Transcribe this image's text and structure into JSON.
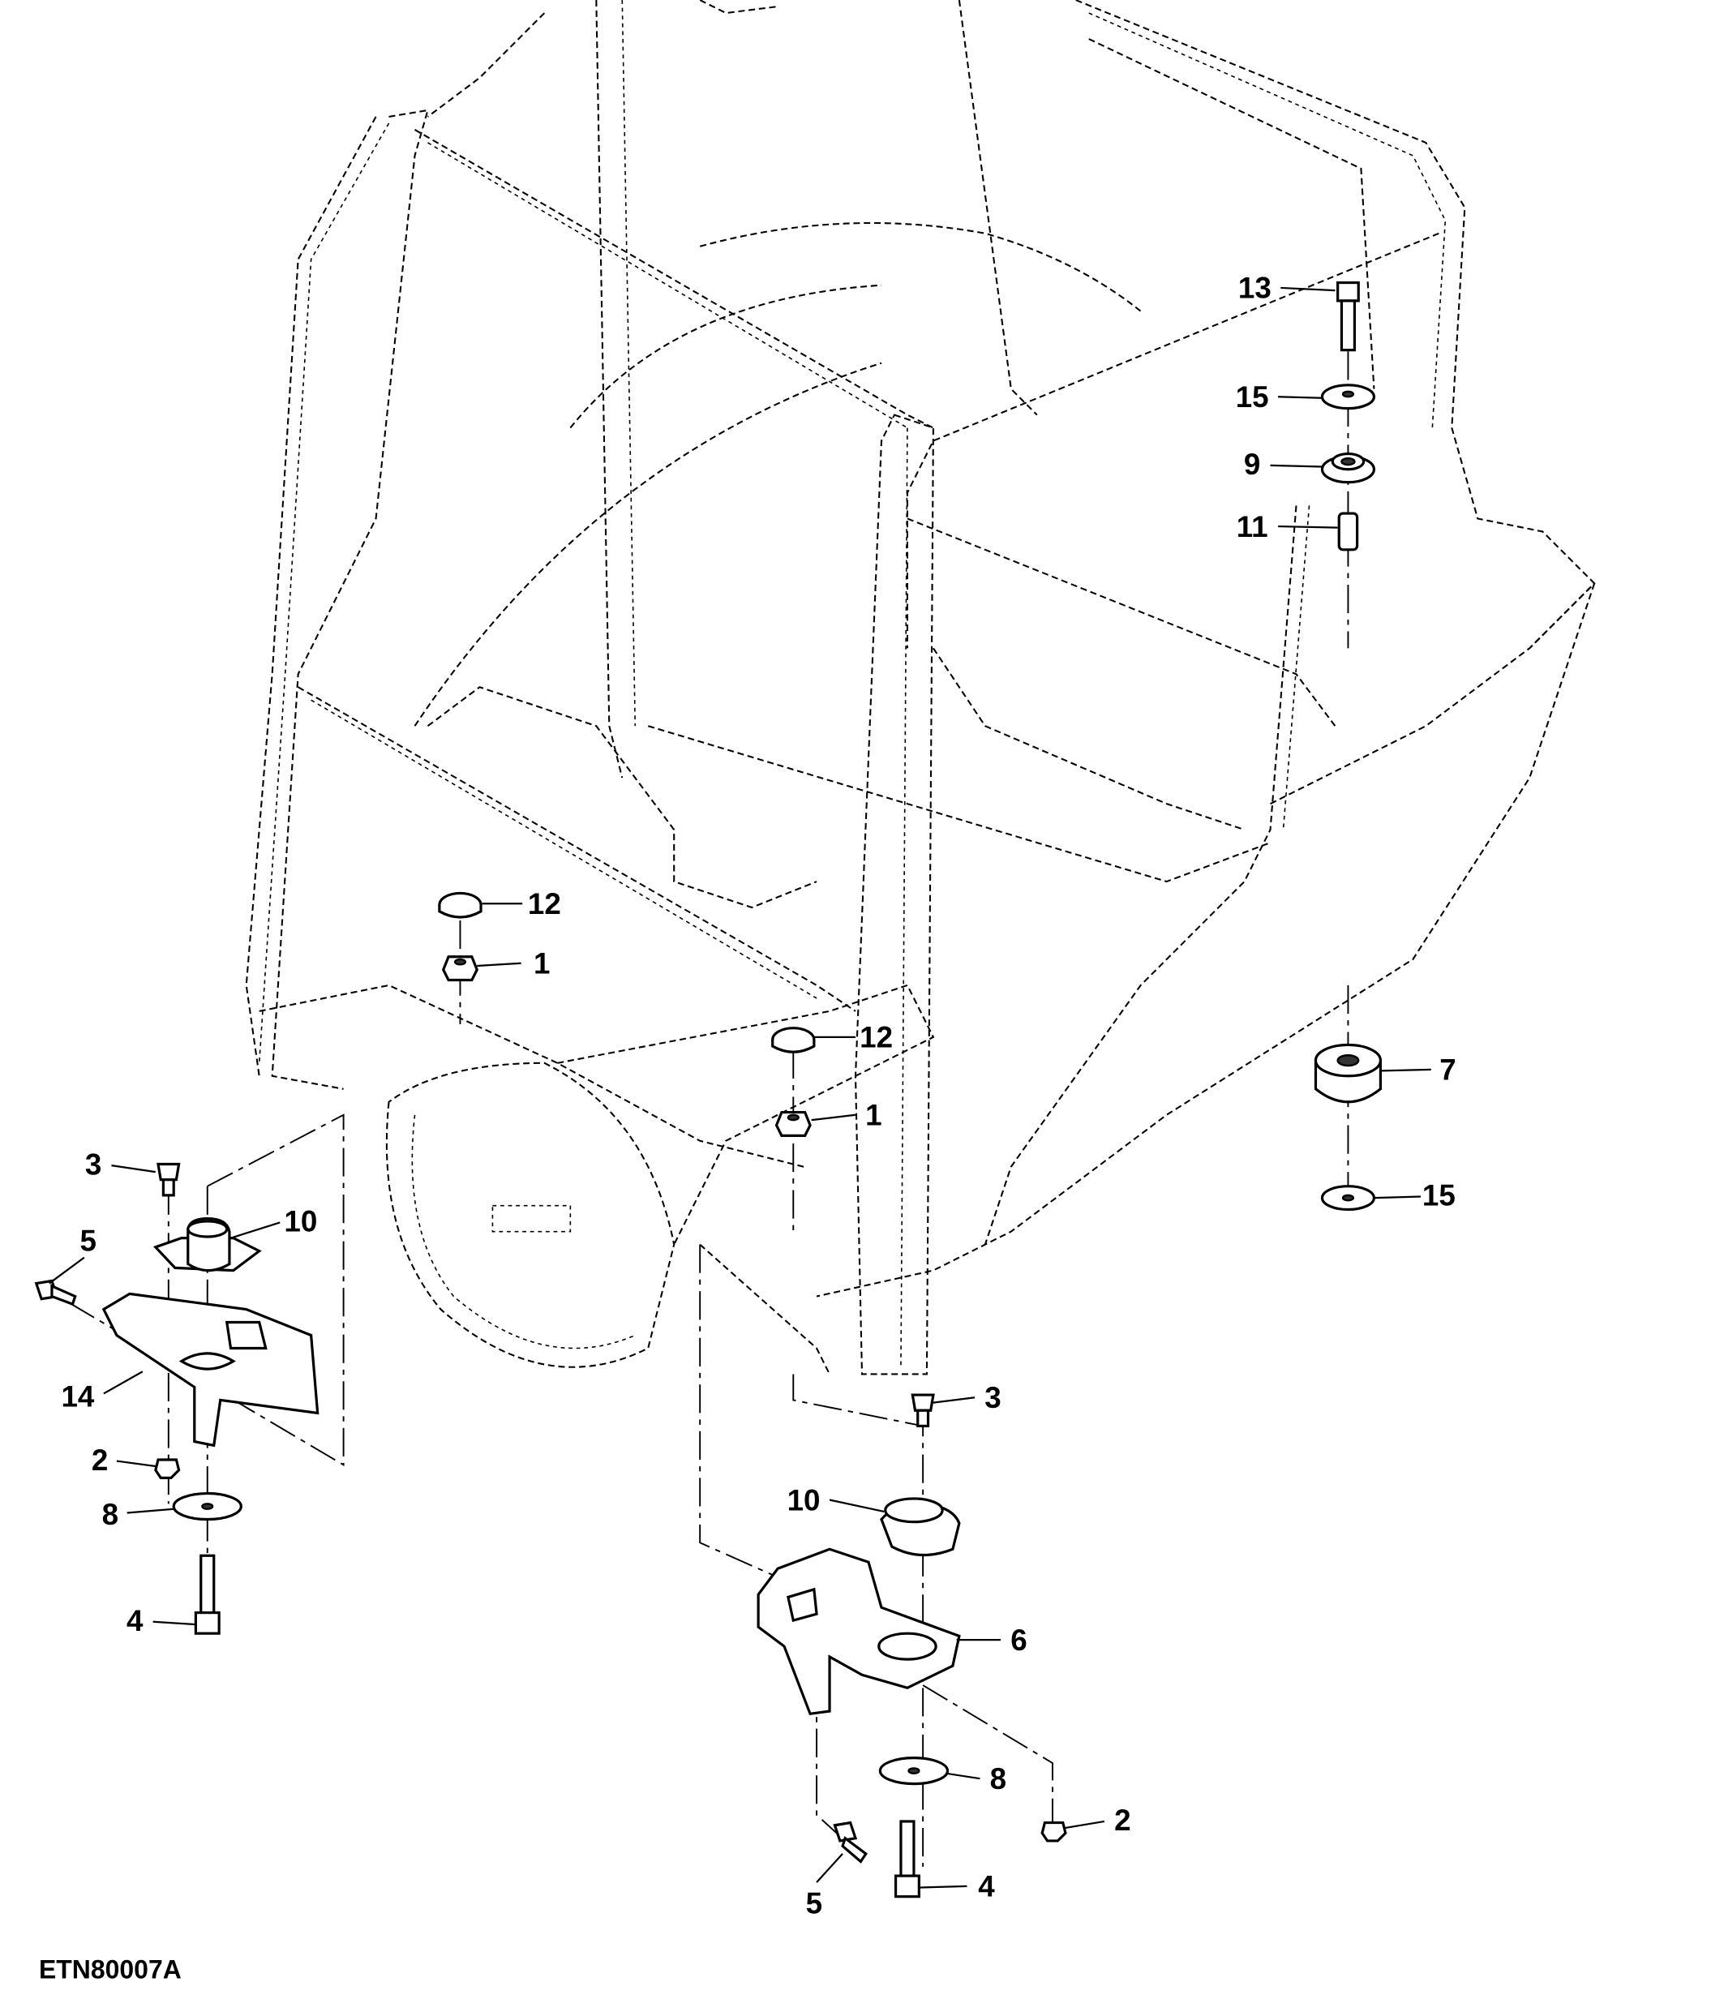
{
  "figure_id": "ETN80007A",
  "callouts": [
    "13",
    "15",
    "9",
    "11",
    "12",
    "1",
    "12",
    "1",
    "7",
    "15",
    "3",
    "10",
    "5",
    "14",
    "2",
    "8",
    "4",
    "3",
    "10",
    "6",
    "8",
    "2",
    "5",
    "4"
  ]
}
